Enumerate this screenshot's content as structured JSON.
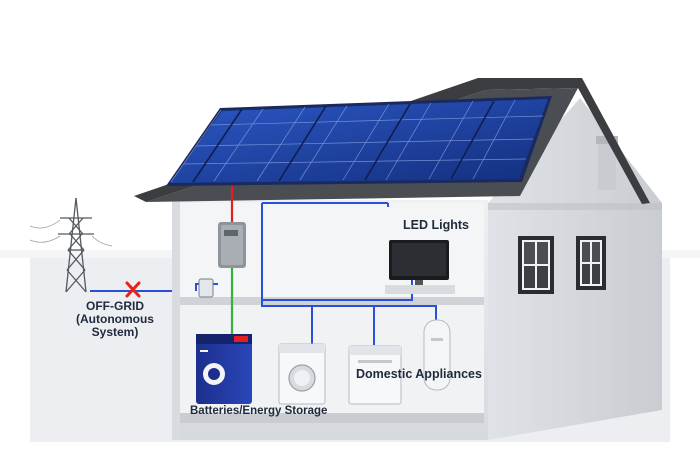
{
  "labels": {
    "off_grid_line1": "OFF-GRID",
    "off_grid_line2": "(Autonomous",
    "off_grid_line3": "System)",
    "led_lights": "LED Lights",
    "domestic_appliances": "Domestic Appliances",
    "batteries": "Batteries/Energy Storage"
  },
  "colors": {
    "background": "#ffffff",
    "ground": "#e8eaed",
    "house_wall": "#e2e4e7",
    "house_inner": "#f4f5f6",
    "roof": "#3b3d40",
    "solar_panel": "#1c3f9e",
    "wire_blue": "#2a4fd8",
    "wire_red": "#e02020",
    "wire_green": "#33b33a",
    "cross_red": "#e8211b",
    "label_text": "#1f2a3c"
  },
  "icons": {
    "transmission_tower": "power-pylon-icon",
    "disconnected": "red-x-icon",
    "inverter": "inverter-icon",
    "battery": "battery-unit-icon"
  }
}
